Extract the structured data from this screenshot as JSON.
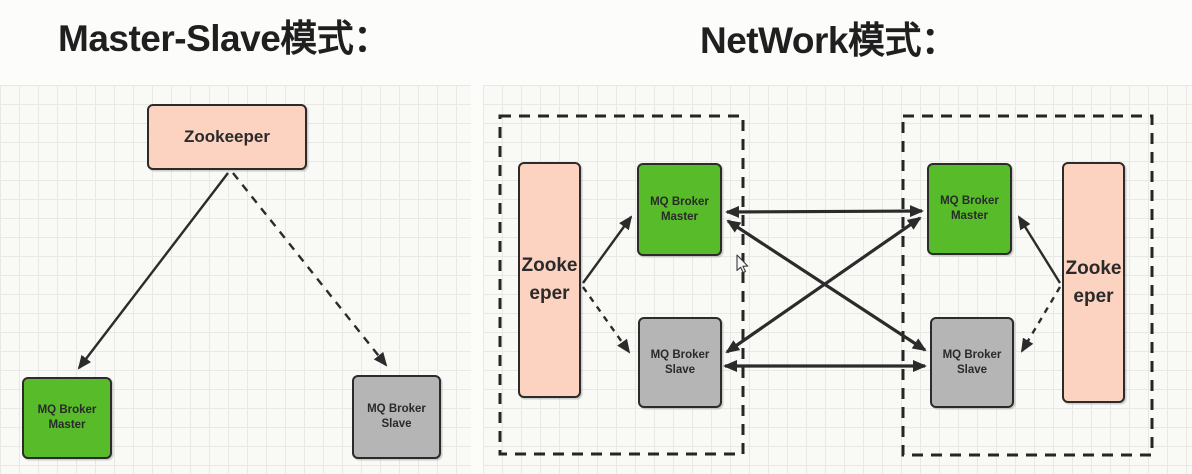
{
  "left_diagram": {
    "title": "Master-Slave模式：",
    "nodes": {
      "zookeeper": "Zookeeper",
      "master": "MQ Broker\nMaster",
      "slave": "MQ Broker\nSlave"
    },
    "edges": [
      {
        "from": "zookeeper",
        "to": "master",
        "style": "solid",
        "arrow": "single"
      },
      {
        "from": "zookeeper",
        "to": "slave",
        "style": "dashed",
        "arrow": "single"
      }
    ]
  },
  "right_diagram": {
    "title": "NetWork模式：",
    "clusters": [
      {
        "name": "cluster-1",
        "nodes": {
          "zookeeper": "Zooke\neper",
          "master": "MQ Broker\nMaster",
          "slave": "MQ Broker\nSlave"
        }
      },
      {
        "name": "cluster-2",
        "nodes": {
          "zookeeper": "Zooke\neper",
          "master": "MQ Broker\nMaster",
          "slave": "MQ Broker\nSlave"
        }
      }
    ],
    "edges": [
      {
        "from": "cluster1.zookeeper",
        "to": "cluster1.master",
        "style": "solid",
        "arrow": "single"
      },
      {
        "from": "cluster1.zookeeper",
        "to": "cluster1.slave",
        "style": "dashed",
        "arrow": "single"
      },
      {
        "from": "cluster2.zookeeper",
        "to": "cluster2.master",
        "style": "solid",
        "arrow": "single"
      },
      {
        "from": "cluster2.zookeeper",
        "to": "cluster2.slave",
        "style": "dashed",
        "arrow": "single"
      },
      {
        "from": "cluster1.master",
        "to": "cluster2.master",
        "style": "solid",
        "arrow": "double"
      },
      {
        "from": "cluster1.master",
        "to": "cluster2.slave",
        "style": "solid",
        "arrow": "double"
      },
      {
        "from": "cluster1.slave",
        "to": "cluster2.master",
        "style": "solid",
        "arrow": "double"
      },
      {
        "from": "cluster1.slave",
        "to": "cluster2.slave",
        "style": "solid",
        "arrow": "double"
      }
    ]
  },
  "colors": {
    "zookeeper_fill": "#fcd2c1",
    "master_fill": "#57bb2a",
    "slave_fill": "#b5b5b5",
    "node_border": "#2b2b2b",
    "arrow": "#2b2b2b",
    "grid_line": "#e8e8e4",
    "panel_bg": "#f9f9f6",
    "page_bg": "#fcfcfa",
    "title_color": "#1f1f1f"
  }
}
